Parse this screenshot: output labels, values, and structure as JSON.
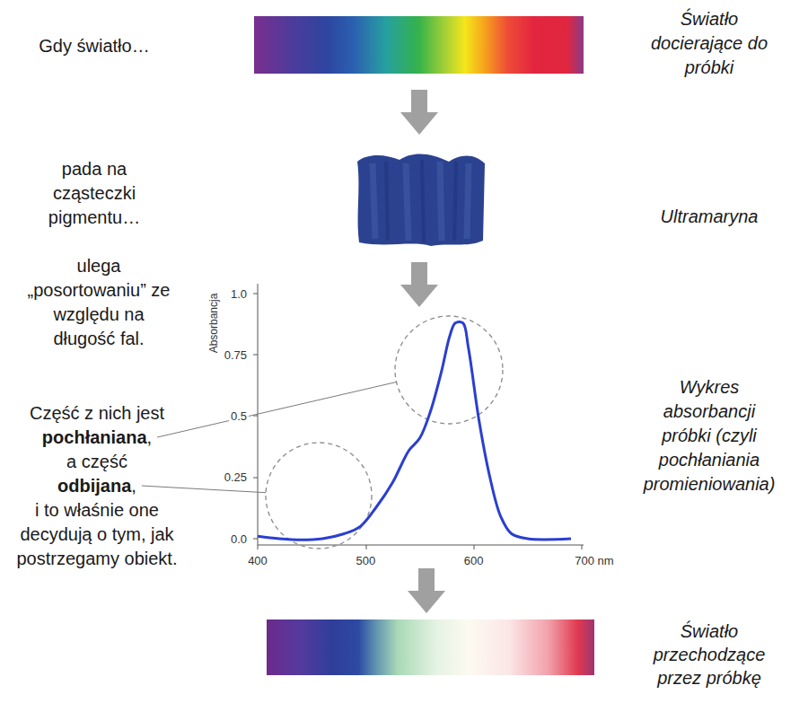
{
  "diagram": {
    "labels": [
      "Gdy światło…",
      "Światło docierające do próbki",
      "pada na cząsteczki pigmentu…",
      "Ultramaryna",
      "ulega „posortowaniu” ze względu na długość fal.",
      "1.0",
      "Absorbancja",
      "0.75",
      "Wykres absorbancji próbki (czyli pochłaniania promieniowania)",
      "0.5",
      "Część z nich jest",
      "pochłaniana",
      ",",
      "a część",
      "odbijana",
      ",",
      "i to właśnie one decydują o tym, jak postrzegamy obiekt.",
      "0.25",
      "0.0",
      "400",
      "500",
      "600",
      "700 nm",
      "Światło przechodzące przez próbkę"
    ]
  }
}
